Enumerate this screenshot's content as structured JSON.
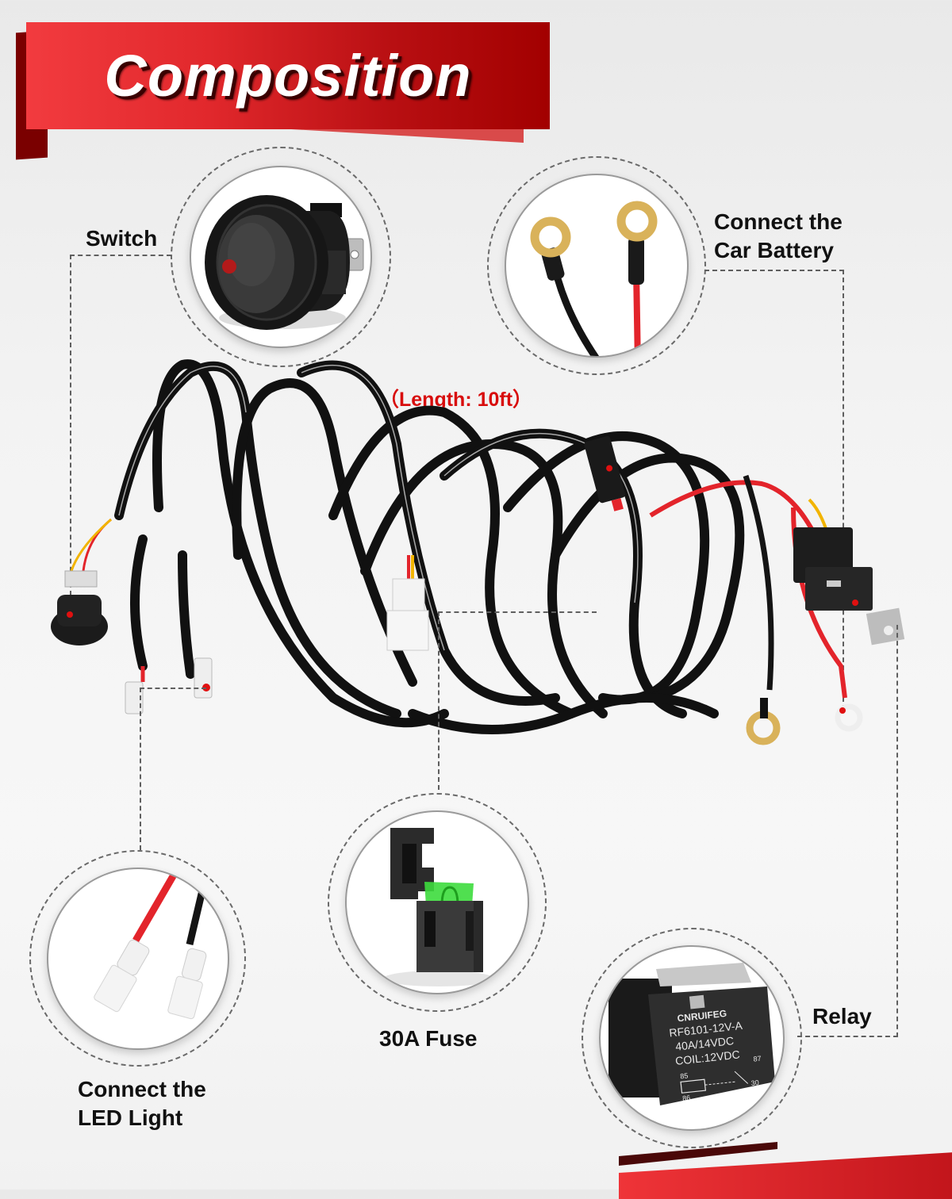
{
  "banner": {
    "title": "Composition",
    "colors": {
      "start": "#f23b3f",
      "end": "#a20000",
      "shadow": "#3a0000"
    }
  },
  "length_note": "（Length: 10ft）",
  "callouts": {
    "switch": {
      "label": "Switch",
      "icon": "rocker-switch-icon"
    },
    "battery": {
      "label_line1": "Connect the",
      "label_line2": "Car Battery",
      "icon": "ring-terminal-icon"
    },
    "led": {
      "label_line1": "Connect the",
      "label_line2": "LED Light",
      "icon": "spade-terminal-icon"
    },
    "fuse": {
      "label": "30A Fuse",
      "icon": "fuse-holder-icon"
    },
    "relay": {
      "label": "Relay",
      "icon": "relay-icon",
      "brand": "CNRUIFEG",
      "model": "RF6101-12V-A",
      "rating": "40A/14VDC",
      "coil": "COIL:12VDC",
      "pins": {
        "p85": "85",
        "p86": "86",
        "p87": "87",
        "p30": "30"
      }
    }
  },
  "accent_colors": {
    "wire_red": "#e3242b",
    "wire_black": "#141414",
    "terminal_gold": "#d9b25a",
    "fuse_green": "#3ddc3d",
    "marker_red": "#e01010"
  }
}
